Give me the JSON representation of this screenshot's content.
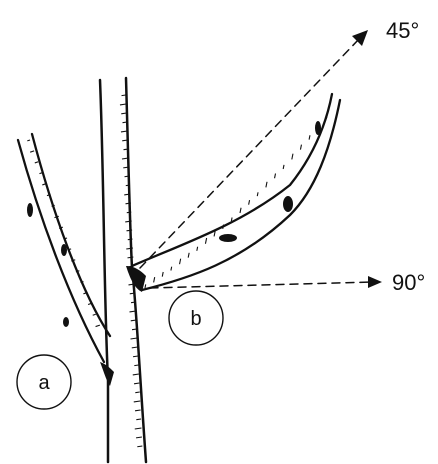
{
  "labels": {
    "branch_a": "a",
    "branch_b": "b",
    "angle_upper": "45°",
    "angle_horizontal": "90°"
  }
}
